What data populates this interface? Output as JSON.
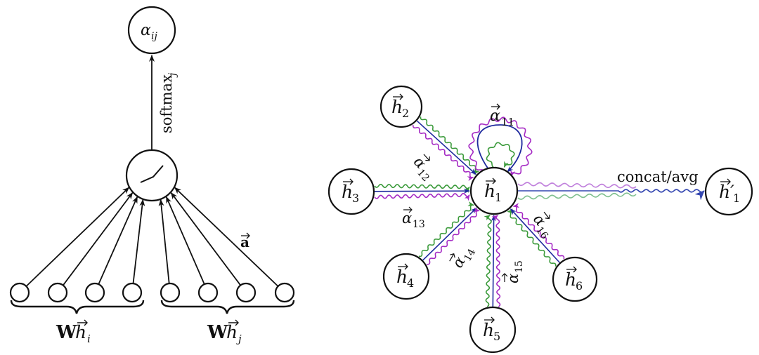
{
  "left_panel": {
    "output_node": {
      "label": "α",
      "sub": "ij"
    },
    "softmax_label": {
      "text": "softmax",
      "sub": "j"
    },
    "activation_node": {
      "icon": "leaky-relu-icon"
    },
    "attention_vector_label": "a",
    "input_count_each": 4,
    "group_i_label": {
      "prefix": "W",
      "var": "h",
      "sub": "i"
    },
    "group_j_label": {
      "prefix": "W",
      "var": "h",
      "sub": "j"
    }
  },
  "right_panel": {
    "center_node": {
      "var": "h",
      "sub": "1"
    },
    "neighbors": [
      {
        "var": "h",
        "sub": "2",
        "alpha": "12"
      },
      {
        "var": "h",
        "sub": "3",
        "alpha": "13"
      },
      {
        "var": "h",
        "sub": "4",
        "alpha": "14"
      },
      {
        "var": "h",
        "sub": "5",
        "alpha": "15"
      },
      {
        "var": "h",
        "sub": "6",
        "alpha": "16"
      }
    ],
    "self_loop_alpha": "11",
    "output_node": {
      "var": "h′",
      "sub": "1"
    },
    "aggregation_label": "concat/avg",
    "head_colors": {
      "green": "#3a9a3a",
      "blue": "#1f2a9e",
      "purple": "#a52ac4"
    }
  }
}
